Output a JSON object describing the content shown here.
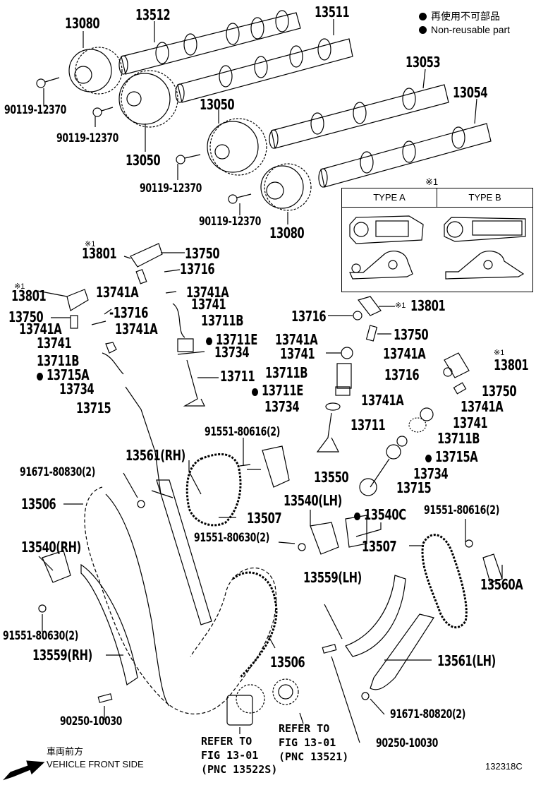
{
  "legend": {
    "jp": "再使用不可部品",
    "en": "Non-reusable part",
    "marker": "filled-circle"
  },
  "type_box": {
    "note_mark": "※1",
    "type_a": "TYPE A",
    "type_b": "TYPE B"
  },
  "labels": {
    "p13080_top": "13080",
    "p13512": "13512",
    "p13511": "13511",
    "p13053": "13053",
    "p13054": "13054",
    "p13050_a": "13050",
    "p13050_b": "13050",
    "p13080_bot": "13080",
    "bolt_1": "90119-12370",
    "bolt_2": "90119-12370",
    "bolt_3": "90119-12370",
    "bolt_4": "90119-12370",
    "note1_a": "※1",
    "p13801_a": "13801",
    "p13750_a": "13750",
    "p13716_a": "13716",
    "p13741A_a1": "13741A",
    "p13741A_a2": "13741A",
    "p13741_a": "13741",
    "p13711B_a": "13711B",
    "p13711E_a": "13711E",
    "p13734_a": "13734",
    "p13711_a": "13711",
    "note1_b": "※1",
    "p13801_b": "13801",
    "p13750_b": "13750",
    "p13716_b": "-13716",
    "p13741A_b1": "13741A",
    "p13741A_b2": "13741A",
    "p13741_b": "13741",
    "p13711B_b": "13711B",
    "p13715A_b": "13715A",
    "p13734_b": "13734",
    "p13715_b": "13715",
    "p13716_c": "13716",
    "p13801_c": "13801",
    "note1_c": "※1",
    "p13741A_c1": "13741A",
    "p13750_c": "13750",
    "p13741_c": "13741",
    "p13741A_c2": "13741A",
    "p13711B_c": "13711B",
    "p13716_d": "13716",
    "note1_d": "※1",
    "p13801_d": "13801",
    "p13711E_c": "13711E",
    "p13750_d": "13750",
    "p13734_c": "13734",
    "p13741A_d1": "13741A",
    "p13741A_d2": "13741A",
    "p13711_c": "13711",
    "p13741_d": "13741",
    "p13711B_d": "13711B",
    "p13715A_d": "13715A",
    "p13734_d": "13734",
    "p13715_d": "13715",
    "bolt_91551_80616_a": "91551-80616(2)",
    "p13561_rh": "13561(RH)",
    "bolt_91671_80830": "91671-80830(2)",
    "p13550": "13550",
    "p13506_a": "13506",
    "p13507_a": "13507",
    "p13540_lh": "13540(LH)",
    "p13540C": "13540C",
    "bolt_91551_80616_b": "91551-80616(2)",
    "bolt_91551_80630_a": "91551-80630(2)",
    "p13507_b": "13507",
    "p13540_rh": "13540(RH)",
    "p13560A": "13560A",
    "p13559_lh": "13559(LH)",
    "bolt_91551_80630_b": "91551-80630(2)",
    "p13559_rh": "13559(RH)",
    "p13506_b": "13506",
    "p13561_lh": "13561(LH)",
    "bolt_91671_80820": "91671-80820(2)",
    "pin_90250_a": "90250-10030",
    "pin_90250_b": "90250-10030"
  },
  "refs": {
    "ref_left": "REFER TO\nFIG 13-01\n(PNC 13522S)",
    "ref_right": "REFER TO\nFIG 13-01\n(PNC 13521)"
  },
  "front": {
    "jp": "車両前方",
    "en": "VEHICLE FRONT SIDE"
  },
  "figure_id": "132318C"
}
